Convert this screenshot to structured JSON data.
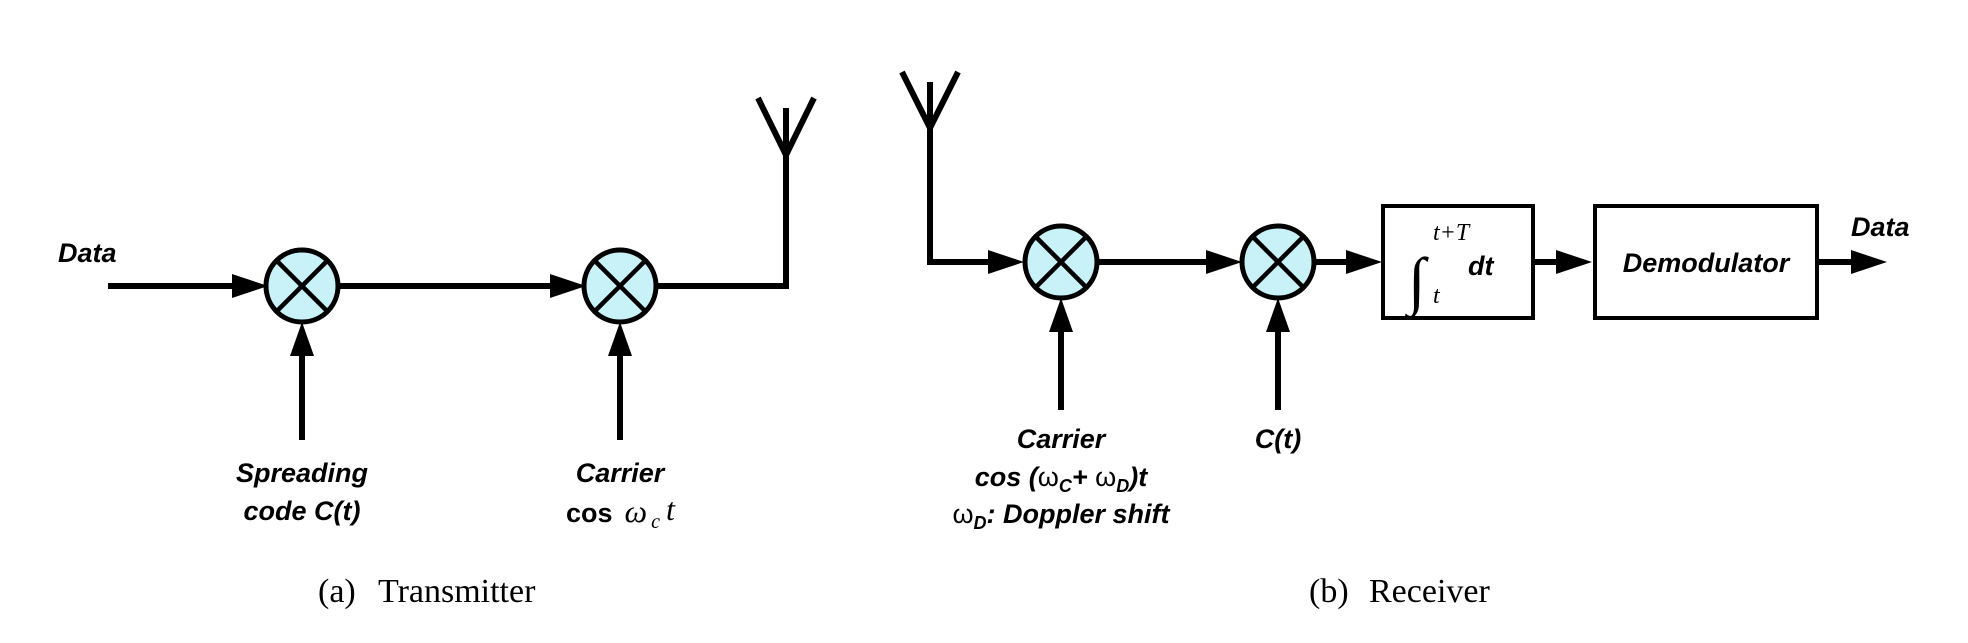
{
  "transmitter": {
    "input_label": "Data",
    "spreading_label_1": "Spreading",
    "spreading_label_2": "code C(t)",
    "carrier_label_1": "Carrier",
    "carrier_label_2_text": "cos",
    "carrier_label_2_omega": "ω",
    "carrier_label_2_sub": "c",
    "carrier_label_2_t": "t",
    "caption_letter": "(a)",
    "caption_text": "Transmitter"
  },
  "receiver": {
    "carrier_label_1": "Carrier",
    "carrier_label_2a": "cos (",
    "carrier_label_2b": "ω",
    "carrier_label_2c": "C",
    "carrier_label_2d": "+ ",
    "carrier_label_2e": "ω",
    "carrier_label_2f": "D",
    "carrier_label_2g": ")t",
    "doppler_omega": "ω",
    "doppler_sub": "D",
    "doppler_text": ": Doppler shift",
    "code_label": "C(t)",
    "integrator_upper": "t+T",
    "integrator_lower": "t",
    "integrator_dt": "dt",
    "demod_label": "Demodulator",
    "output_label": "Data",
    "caption_letter": "(b)",
    "caption_text": "Receiver"
  },
  "colors": {
    "mixer_fill": "#c8f2f8",
    "line": "#000000"
  }
}
